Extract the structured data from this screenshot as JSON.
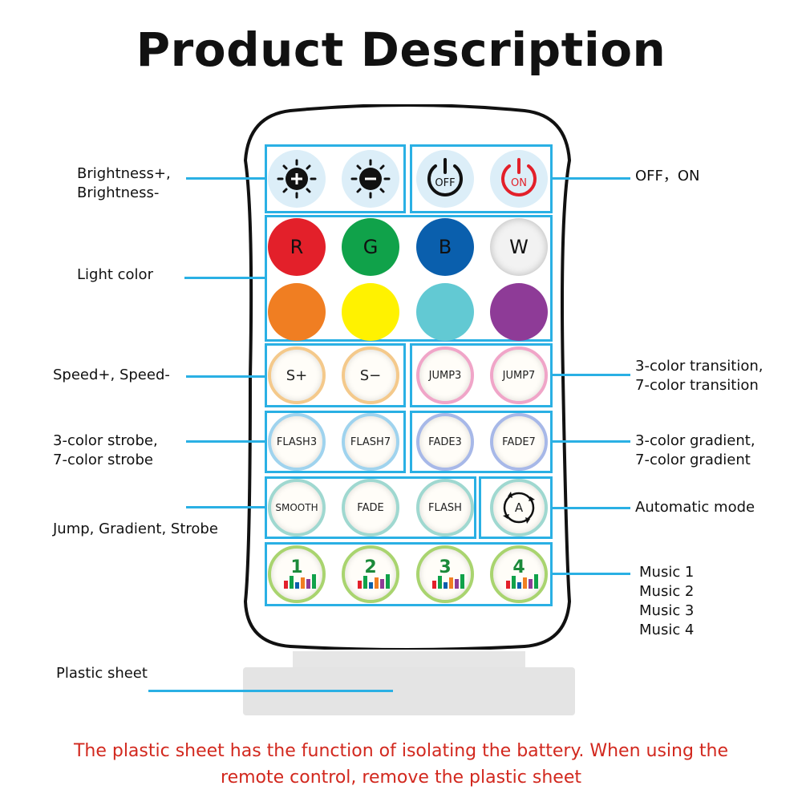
{
  "title": "Product Description",
  "remote": {
    "power_row": {
      "brightness_up_icon": "sun-plus-icon",
      "brightness_down_icon": "sun-minus-icon",
      "off_label": "OFF",
      "on_label": "ON"
    },
    "color_buttons": [
      {
        "label": "R",
        "color": "#e3202a"
      },
      {
        "label": "G",
        "color": "#10a24a"
      },
      {
        "label": "B",
        "color": "#0a5fad"
      },
      {
        "label": "W",
        "color": "#f2f2f2"
      },
      {
        "label": "",
        "color": "#f07e22"
      },
      {
        "label": "",
        "color": "#fff200"
      },
      {
        "label": "",
        "color": "#62c9d3"
      },
      {
        "label": "",
        "color": "#8e3b97"
      }
    ],
    "speed_row": [
      "S+",
      "S−",
      "JUMP3",
      "JUMP7"
    ],
    "flash_row": [
      "FLASH3",
      "FLASH7",
      "FADE3",
      "FADE7"
    ],
    "mode_row": [
      "SMOOTH",
      "FADE",
      "FLASH"
    ],
    "auto_label": "A",
    "music_row": [
      "1",
      "2",
      "3",
      "4"
    ]
  },
  "labels": {
    "brightness": [
      "Brightness+,",
      "Brightness-"
    ],
    "off_on": "OFF，ON",
    "light_color": "Light color",
    "speed": "Speed+, Speed-",
    "transition": [
      "3-color transition,",
      "7-color transition"
    ],
    "strobe": [
      "3-color strobe,",
      "7-color strobe"
    ],
    "gradient": [
      "3-color gradient,",
      "7-color gradient"
    ],
    "automatic": "Automatic mode",
    "jump": "Jump, Gradient, Strobe",
    "music": [
      "Music 1",
      "Music 2",
      "Music 3",
      "Music 4"
    ],
    "plastic_sheet": "Plastic sheet"
  },
  "note": "The plastic sheet has the function of isolating the battery. When using the remote control, remove the plastic sheet",
  "colors": {
    "accent": "#2ab0e4",
    "note": "#d2281e"
  }
}
